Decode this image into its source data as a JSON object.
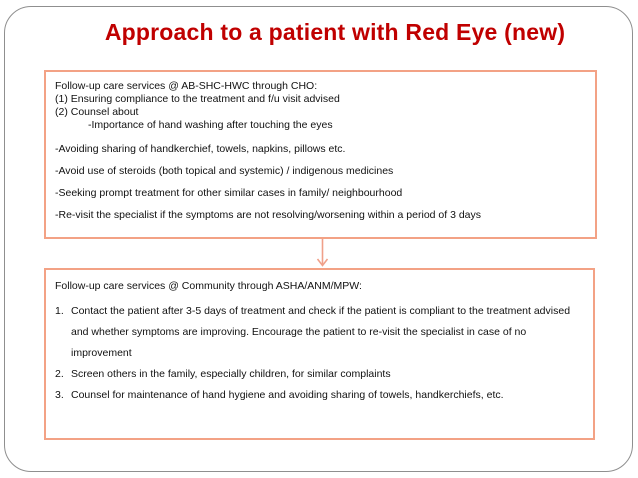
{
  "slide": {
    "title": "Approach to a patient with Red Eye (new)"
  },
  "colors": {
    "title_red": "#c00000",
    "box_border_salmon": "#f3a285",
    "arrow_salmon": "#f0a089",
    "frame_gray": "#8f8f8f",
    "text_black": "#111111",
    "background": "#ffffff"
  },
  "hwc_box": {
    "lines": [
      "Follow-up care services @ AB-SHC-HWC through CHO:",
      "(1) Ensuring compliance to the treatment and f/u visit advised",
      "(2) Counsel about"
    ],
    "indented_line": "-Importance of hand washing after touching the eyes",
    "bullets": [
      "-Avoiding sharing of handkerchief, towels, napkins, pillows etc.",
      "-Avoid use of steroids (both topical and systemic) / indigenous medicines",
      "-Seeking prompt treatment for other similar cases in family/ neighbourhood",
      "-Re-visit the specialist if the symptoms are not resolving/worsening within a period of 3 days"
    ]
  },
  "community_box": {
    "header": "Follow-up care services @ Community through ASHA/ANM/MPW:",
    "items": [
      {
        "num": "1.",
        "text": "Contact the patient after 3-5 days of treatment and check if the patient is compliant to the treatment advised and whether symptoms are improving. Encourage the patient to re-visit the specialist in case of no improvement"
      },
      {
        "num": "2.",
        "text": "Screen others in the family, especially children, for similar complaints"
      },
      {
        "num": "3.",
        "text": "Counsel for maintenance of hand hygiene and avoiding sharing of towels, handkerchiefs, etc."
      }
    ]
  },
  "icons": {
    "connector": "down-arrow"
  }
}
